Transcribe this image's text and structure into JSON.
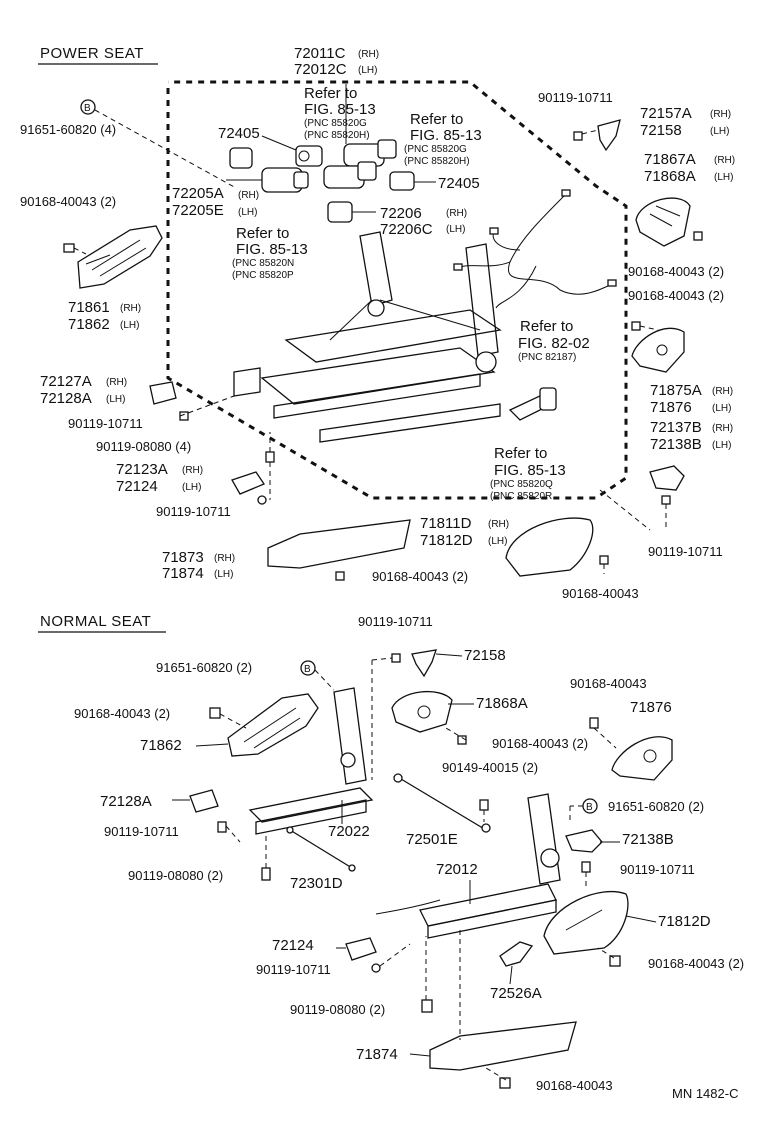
{
  "sections": {
    "power": "POWER SEAT",
    "normal": "NORMAL SEAT"
  },
  "power_labels": {
    "p72011": "72011C",
    "p72011_side": "(RH)",
    "p72012": "72012C",
    "p72012_side": "(LH)",
    "refer1": "Refer to",
    "fig1": "FIG. 85-13",
    "pnc1a": "(PNC 85820G",
    "pnc1b": "(PNC 85820H)",
    "refer2": "Refer to",
    "fig2": "FIG. 85-13",
    "pnc2a": "(PNC 85820G",
    "pnc2b": "(PNC 85820H)",
    "p72405a": "72405",
    "p72405b": "72405",
    "p72205a": "72205A",
    "p72205a_side": "(RH)",
    "p72205e": "72205E",
    "p72205e_side": "(LH)",
    "refer3": "Refer to",
    "fig3": "FIG. 85-13",
    "pnc3a": "(PNC 85820N",
    "pnc3b": "(PNC 85820P",
    "p72206": "72206",
    "p72206_side": "(RH)",
    "p72206c": "72206C",
    "p72206c_side": "(LH)",
    "b1": "B",
    "p91651": "91651-60820 (4)",
    "p90168a": "90168-40043 (2)",
    "p71861": "71861",
    "p71861_side": "(RH)",
    "p71862": "71862",
    "p71862_side": "(LH)",
    "p90119top": "90119-10711",
    "p72157a": "72157A",
    "p72157a_side": "(RH)",
    "p72158": "72158",
    "p72158_side": "(LH)",
    "p71867a": "71867A",
    "p71867a_side": "(RH)",
    "p71868a": "71868A",
    "p71868a_side": "(LH)",
    "p90168b": "90168-40043 (2)",
    "p90168c": "90168-40043 (2)",
    "refer4": "Refer to",
    "fig4": "FIG. 82-02",
    "pnc4": "(PNC 82187)",
    "p71875a": "71875A",
    "p71875a_side": "(RH)",
    "p71876": "71876",
    "p71876_side": "(LH)",
    "p72137b": "72137B",
    "p72137b_side": "(RH)",
    "p72138b": "72138B",
    "p72138b_side": "(LH)",
    "p72127a": "72127A",
    "p72127a_side": "(RH)",
    "p72128a": "72128A",
    "p72128a_side": "(LH)",
    "p90119b": "90119-10711",
    "p90119c": "90119-08080 (4)",
    "refer5": "Refer to",
    "fig5": "FIG. 85-13",
    "pnc5a": "(PNC 85820Q",
    "pnc5b": "(PNC 85820R",
    "p72123a": "72123A",
    "p72123a_side": "(RH)",
    "p72124": "72124",
    "p72124_side": "(LH)",
    "p90119d": "90119-10711",
    "p90119e": "90119-10711",
    "p71811d": "71811D",
    "p71811d_side": "(RH)",
    "p71812d": "71812D",
    "p71812d_side": "(LH)",
    "p71873": "71873",
    "p71873_side": "(RH)",
    "p71874": "71874",
    "p71874_side": "(LH)",
    "p90168d": "90168-40043 (2)",
    "p90168e": "90168-40043"
  },
  "normal_labels": {
    "n90119a": "90119-10711",
    "n72158": "72158",
    "n91651a": "91651-60820 (2)",
    "nb1": "B",
    "n90168a": "90168-40043 (2)",
    "n71862": "71862",
    "n71868a": "71868A",
    "n90168b": "90168-40043 (2)",
    "n90168c": "90168-40043",
    "n71876": "71876",
    "n72128a": "72128A",
    "n90149": "90149-40015 (2)",
    "nb2": "B",
    "n91651b": "91651-60820 (2)",
    "n90119b": "90119-10711",
    "n72022": "72022",
    "n72501e": "72501E",
    "n72138b": "72138B",
    "n90119c": "90119-08080 (2)",
    "n72301d": "72301D",
    "n72012": "72012",
    "n90119d": "90119-10711",
    "n71812d": "71812D",
    "n72124": "72124",
    "n90119e": "90119-10711",
    "n90168d": "90168-40043 (2)",
    "n72526a": "72526A",
    "n90119f": "90119-08080 (2)",
    "n71874": "71874",
    "n90168e": "90168-40043",
    "code": "MN  1482-C"
  }
}
